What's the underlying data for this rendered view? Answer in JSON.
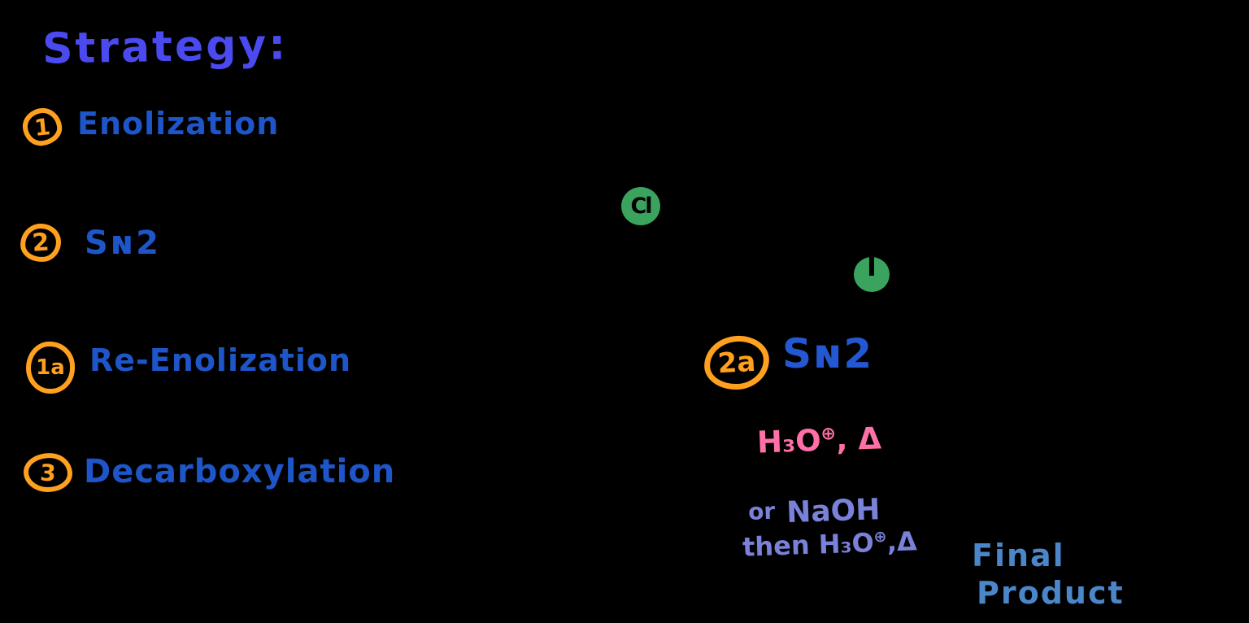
{
  "page": {
    "background": "#000000"
  },
  "title": {
    "text": "Strategy:"
  },
  "steps": [
    {
      "number": "1",
      "label": "Enolization"
    },
    {
      "number": "2",
      "label": "Sɴ2"
    },
    {
      "number": "1a",
      "label": "Re-Enolization"
    },
    {
      "number": "3",
      "label": "Decarboxylation"
    }
  ],
  "scheme": {
    "chloride_marker": {
      "text": "Cl"
    },
    "iodide_marker": {
      "text": "I"
    },
    "step_2a": {
      "number": "2a",
      "label": "Sɴ2"
    },
    "acid_conditions": {
      "base": "H₃O",
      "charge": "⊕",
      "suffix": ", Δ"
    },
    "alt_conditions": {
      "or_word": "or",
      "reagent": "NaOH",
      "then_prefix": "then H₃O",
      "charge": "⊕",
      "suffix": ",Δ"
    },
    "final_product": {
      "line1": "Final",
      "line2": "Product"
    }
  },
  "colors": {
    "title_blue": "#4b4af1",
    "step_text_blue": "#1e55c8",
    "sn2_blue": "#2457d2",
    "circle_orange": "#ffa01e",
    "highlight_green": "#3aa35e",
    "acid_pink": "#ff70a8",
    "alt_periwinkle": "#7a81d8",
    "final_product_blue": "#4a86c8",
    "ink_black": "#000000"
  }
}
